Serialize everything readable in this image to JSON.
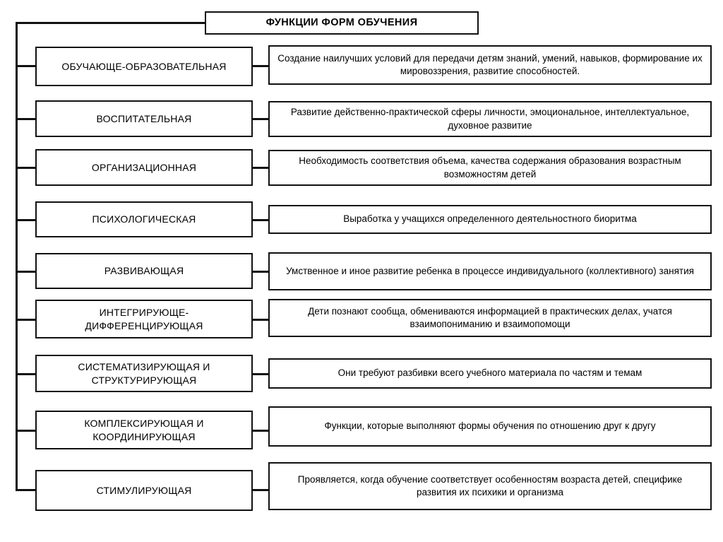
{
  "diagram": {
    "title": "ФУНКЦИИ ФОРМ ОБУЧЕНИЯ",
    "colors": {
      "background": "#ffffff",
      "stroke": "#111111",
      "text": "#000000"
    },
    "rows": [
      {
        "function": "ОБУЧАЮЩЕ-ОБРАЗОВАТЕЛЬНАЯ",
        "description": "Создание наилучших условий для передачи детям знаний, умений, навыков, формирование их мировоззрения, развитие способностей."
      },
      {
        "function": "ВОСПИТАТЕЛЬНАЯ",
        "description": "Развитие действенно-практической сферы личности, эмоциональное, интеллектуальное, духовное развитие"
      },
      {
        "function": "ОРГАНИЗАЦИОННАЯ",
        "description": "Необходимость соответствия объема, качества содержания образования возрастным возможностям детей"
      },
      {
        "function": "ПСИХОЛОГИЧЕСКАЯ",
        "description": "Выработка у учащихся определенного деятельностного биоритма"
      },
      {
        "function": "РАЗВИВАЮЩАЯ",
        "description": "Умственное и иное развитие ребенка в процессе индивидуального (коллективного) занятия"
      },
      {
        "function": "ИНТЕГРИРУЮЩЕ-\nДИФФЕРЕНЦИРУЮЩАЯ",
        "description": "Дети познают сообща, обмениваются информацией в практических делах, учатся взаимопониманию и взаимопомощи"
      },
      {
        "function": "СИСТЕМАТИЗИРУЮЩАЯ И\nСТРУКТУРИРУЮЩАЯ",
        "description": "Они требуют разбивки всего учебного материала по частям и темам"
      },
      {
        "function": "КОМПЛЕКСИРУЮЩАЯ И\nКООРДИНИРУЮЩАЯ",
        "description": "Функции, которые выполняют формы обучения по отношению друг к другу"
      },
      {
        "function": "СТИМУЛИРУЮЩАЯ",
        "description": "Проявляется, когда обучение соответствует особенностям возраста детей, специфике развития их психики и организма"
      }
    ]
  }
}
